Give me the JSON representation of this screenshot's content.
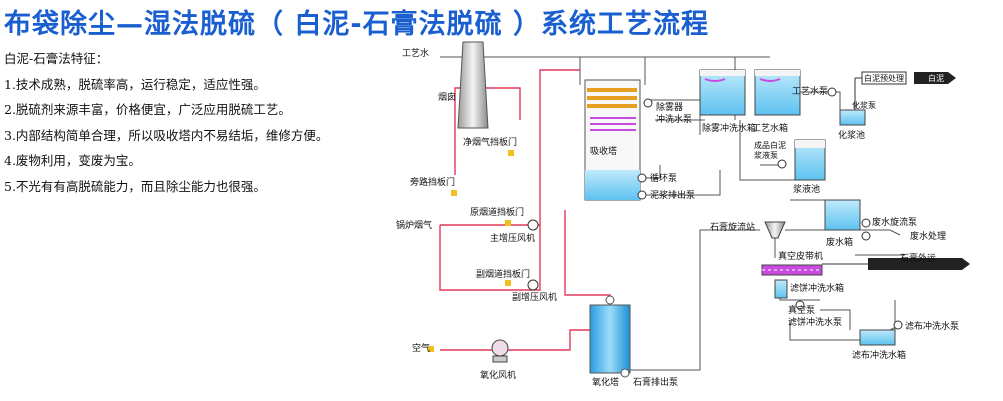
{
  "title": "布袋除尘—湿法脱硫（ 白泥-石膏法脱硫 ）系统工艺流程",
  "features": {
    "heading": "白泥-石膏法特征：",
    "items": [
      "1.技术成熟，脱硫率高，运行稳定，适应性强。",
      "2.脱硫剂来源丰富，价格便宜，广泛应用脱硫工艺。",
      "3.内部结构简单合理，所以吸收塔内不易结垢，维修方便。",
      "4.废物利用，变废为宝。",
      "5.不光有有高脱硫能力，而且除尘能力也很强。"
    ]
  },
  "diagram": {
    "labels": {
      "process_water_top": "工艺水",
      "chimney": "烟囱",
      "clean_flue_damper": "净烟气挡板门",
      "bypass_damper": "旁路挡板门",
      "boiler_flue_gas": "锅炉烟气",
      "raw_flue_damper": "原烟道挡板门",
      "main_booster_fan": "主增压风机",
      "aux_flue_damper": "副烟道挡板门",
      "aux_booster_fan": "副增压风机",
      "air": "空气",
      "oxidation_fan": "氧化风机",
      "oxidation_tower": "氧化塔",
      "gypsum_discharge_pump": "石膏排出泵",
      "absorption_tower": "吸收塔",
      "circulation_pump": "循环泵",
      "slurry_discharge_pump": "泥浆排出泵",
      "mist_eliminator_pump_1": "除雾器",
      "mist_eliminator_pump_2": "冲洗水泵",
      "mist_wash_tank": "除雾冲洗水箱",
      "process_water_tank": "工艺水箱",
      "process_water_pump": "工艺水泵",
      "white_mud_process": "白泥预处理",
      "white_mud": "白泥",
      "slurry_pump_top": "化浆泵",
      "slurry_pool_top": "化浆池",
      "slurry_supply_pump_1": "成品白泥",
      "slurry_supply_pump_2": "浆液泵",
      "slurry_pool": "浆液池",
      "gypsum_cyclone": "石膏旋流站",
      "wastewater_cyclone_pump": "废水旋流泵",
      "wastewater_tank": "废水箱",
      "wastewater_treatment": "废水处理",
      "vacuum_belt": "真空皮带机",
      "gypsum_out": "石膏外运",
      "filter_cake_tank": "滤饼冲洗水箱",
      "vacuum_pump": "真空泵",
      "filter_cake_pump": "滤饼冲洗水泵",
      "cloth_wash_pump": "滤布冲洗水泵",
      "cloth_wash_tank": "滤布冲洗水箱"
    }
  }
}
